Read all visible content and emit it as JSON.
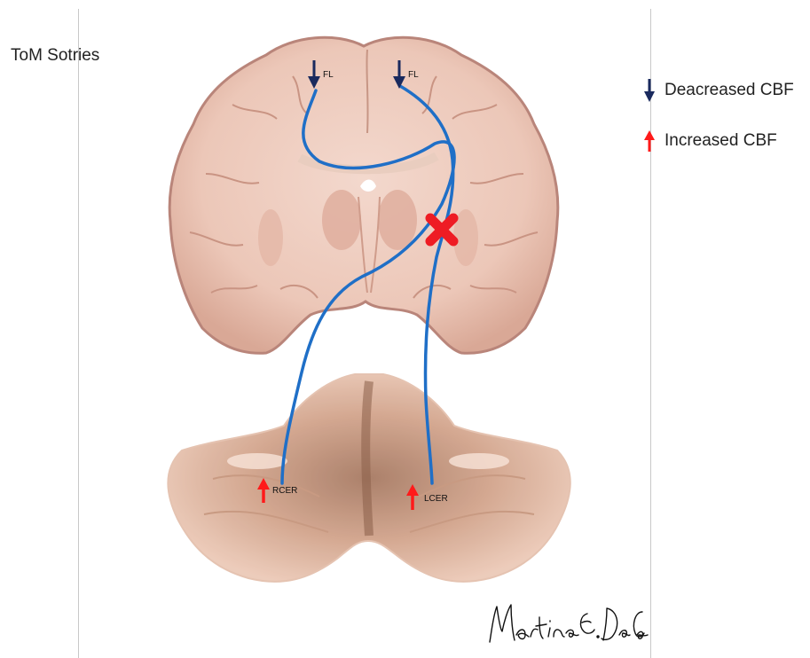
{
  "title": "ToM Sotries",
  "legend": {
    "decreased": "Deacreased CBF",
    "increased": "Increased CBF"
  },
  "labels": {
    "fl_left": "FL",
    "fl_right": "FL",
    "rcer": "RCER",
    "lcer": "LCER"
  },
  "signature": "Martina E. Da Cas",
  "colors": {
    "decreased_arrow": "#1a2a5e",
    "increased_arrow": "#ff1a1a",
    "tract": "#1f6fc7",
    "lesion": "#ee1c24"
  }
}
